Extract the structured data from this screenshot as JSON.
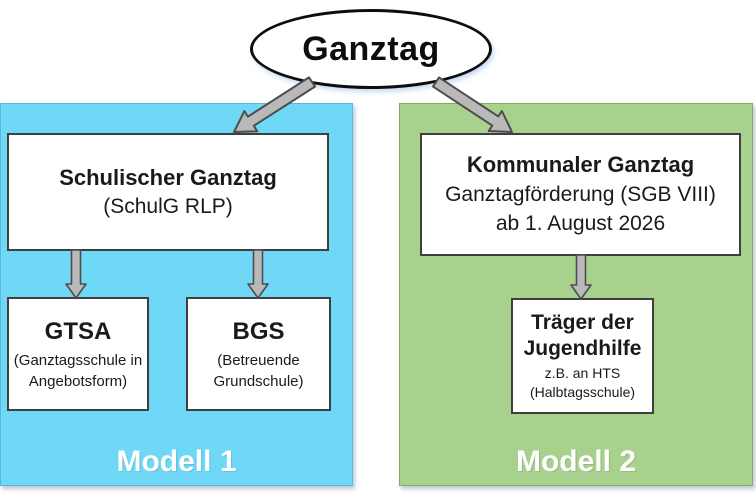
{
  "root": {
    "label": "Ganztag"
  },
  "colors": {
    "left_panel_bg": "#6fd8f6",
    "right_panel_bg": "#a9d18e",
    "node_bg": "#ffffff",
    "node_border": "#3f3f3f",
    "arrow_fill": "#b9b9b9",
    "model_label_text": "#ffffff"
  },
  "left_panel": {
    "model_label": "Modell 1",
    "header": {
      "title": "Schulischer Ganztag",
      "subtitle": "(SchulG RLP)"
    },
    "children": [
      {
        "title": "GTSA",
        "subtitle": "(Ganztagsschule in Angebotsform)"
      },
      {
        "title": "BGS",
        "subtitle": "(Betreuende Grundschule)"
      }
    ]
  },
  "right_panel": {
    "model_label": "Modell 2",
    "header": {
      "title": "Kommunaler Ganztag",
      "line2": "Ganztagförderung (SGB VIII)",
      "line3": "ab 1. August 2026"
    },
    "children": [
      {
        "title": "Träger der Jugendhilfe",
        "note1": "z.B. an HTS",
        "note2": "(Halbtagsschule)"
      }
    ]
  }
}
